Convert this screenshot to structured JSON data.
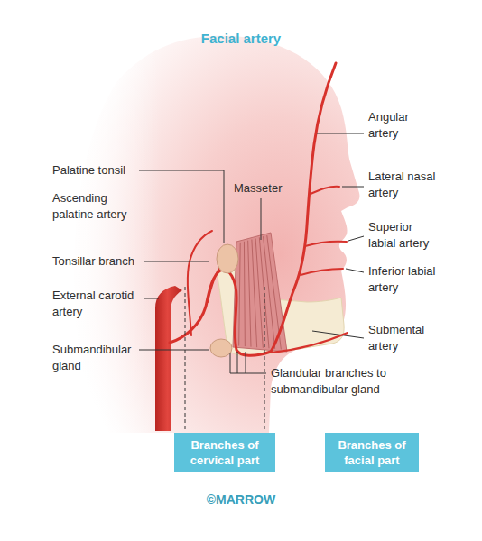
{
  "diagram": {
    "title": "Facial artery",
    "caption": "©MARROW",
    "nodes": [
      {
        "text": [
          "Branches of cervical part"
        ]
      },
      {
        "text": [
          "Branches of facial part"
        ]
      }
    ],
    "labels": [
      "Palatine tonsil",
      "Ascending palatine artery",
      "Tonsillar branch",
      "External carotid artery",
      "Submandibular gland",
      "Masseter",
      "Angular artery",
      "Lateral nasal artery",
      "Superior labial artery",
      "Inferior labial artery",
      "Submental artery",
      "Glandular branches to submandibular gland"
    ]
  }
}
